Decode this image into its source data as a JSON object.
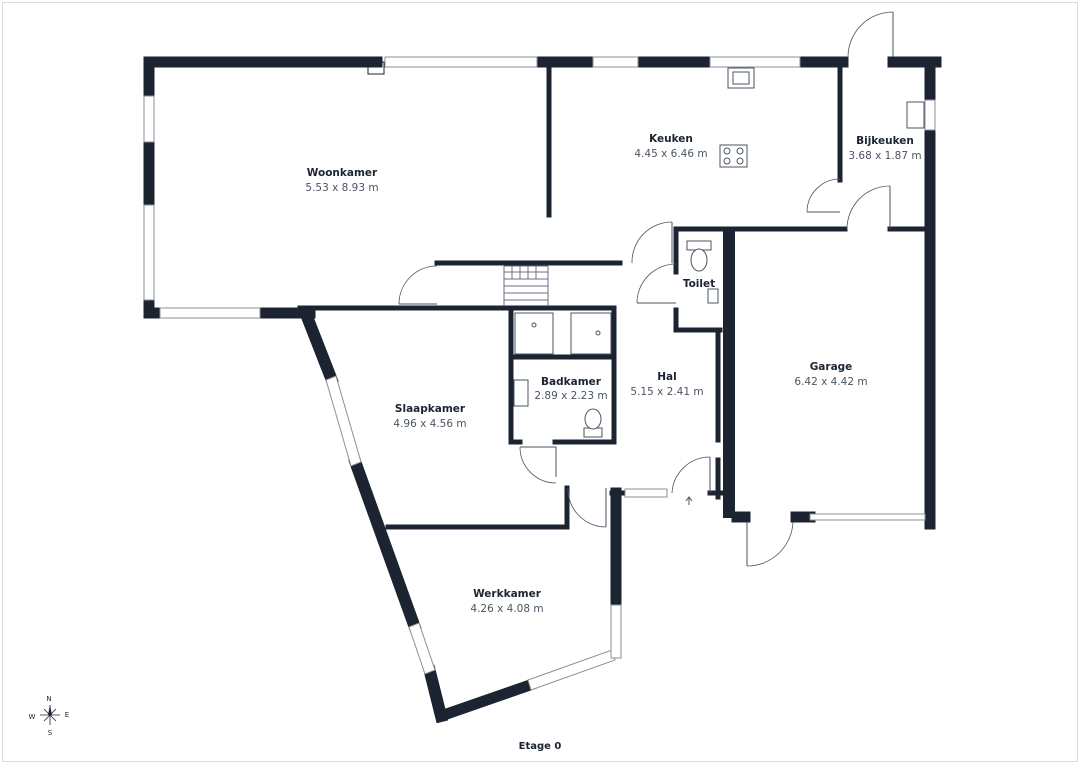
{
  "rooms": [
    {
      "id": "woonkamer",
      "name": "Woonkamer",
      "dimensions": "5.53 x 8.93 m"
    },
    {
      "id": "keuken",
      "name": "Keuken",
      "dimensions": "4.45 x 6.46 m"
    },
    {
      "id": "bijkeuken",
      "name": "Bijkeuken",
      "dimensions": "3.68 x 1.87 m"
    },
    {
      "id": "toilet",
      "name": "Toilet",
      "dimensions": ""
    },
    {
      "id": "garage",
      "name": "Garage",
      "dimensions": "6.42 x 4.42 m"
    },
    {
      "id": "badkamer",
      "name": "Badkamer",
      "dimensions": "2.89 x 2.23 m"
    },
    {
      "id": "hal",
      "name": "Hal",
      "dimensions": "5.15 x 2.41 m"
    },
    {
      "id": "slaapkamer",
      "name": "Slaapkamer",
      "dimensions": "4.96 x 4.56 m"
    },
    {
      "id": "werkkamer",
      "name": "Werkkamer",
      "dimensions": "4.26 x 4.08 m"
    }
  ],
  "floor_label": "Etage 0",
  "compass": {
    "north": "N",
    "east": "E",
    "south": "S",
    "west": "W"
  },
  "colors": {
    "wall": "#1b2430",
    "window": "#8a9099",
    "label": "#1b2430",
    "dimension": "#4b5563"
  }
}
